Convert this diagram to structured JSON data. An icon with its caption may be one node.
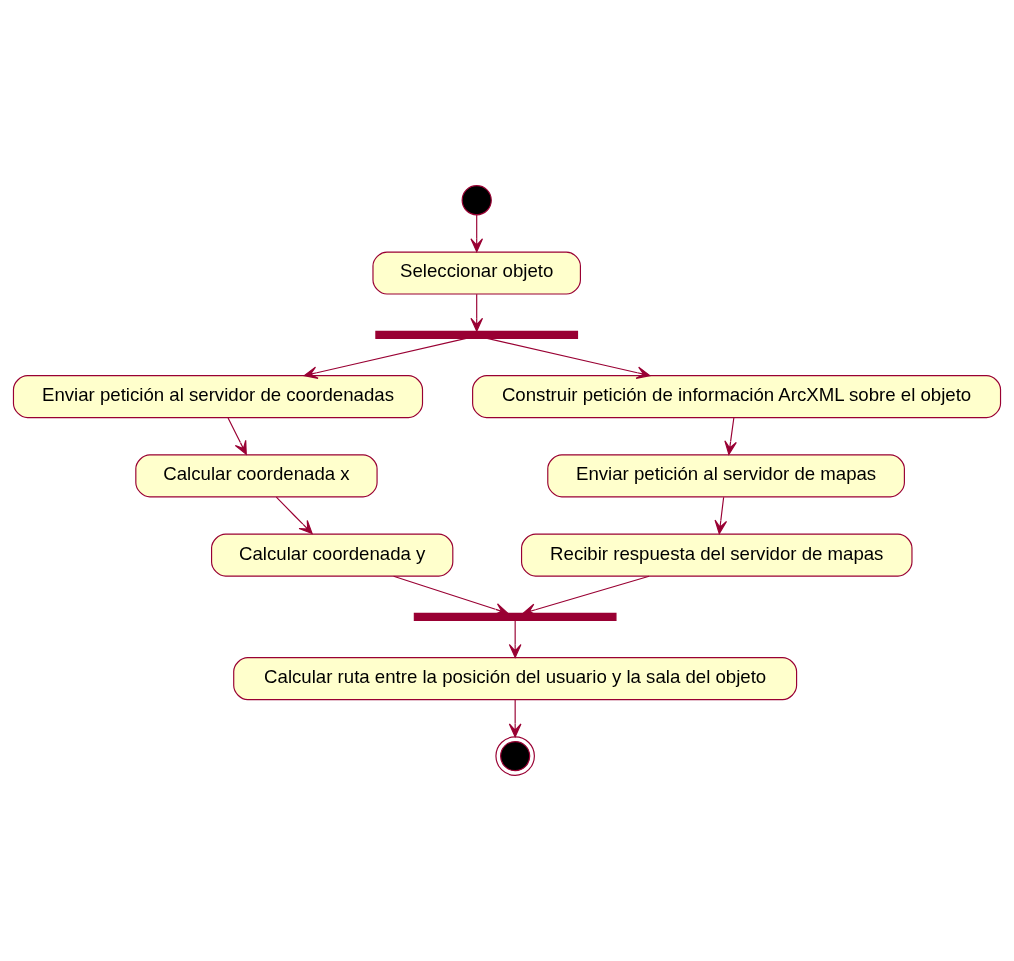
{
  "diagram": {
    "nodes": [
      {
        "text": [],
        "shape": "circle"
      },
      {
        "text": [
          "Seleccionar objeto"
        ]
      },
      {
        "text": [],
        "shape": "bar"
      },
      {
        "text": [
          "Enviar petición al servidor de coordenadas"
        ]
      },
      {
        "text": [
          "Construir petición de información ArcXML sobre el objeto"
        ]
      },
      {
        "text": [
          "Calcular coordenada x"
        ]
      },
      {
        "text": [
          "Enviar petición al servidor de mapas"
        ]
      },
      {
        "text": [
          "Calcular coordenada y"
        ]
      },
      {
        "text": [
          "Recibir respuesta del servidor de mapas"
        ]
      },
      {
        "text": [],
        "shape": "bar"
      },
      {
        "text": [
          "Calcular ruta entre la posición del usuario y la sala del objeto"
        ]
      },
      {
        "text": [],
        "shape": "circle"
      }
    ],
    "edges": [
      {
        "from": 0,
        "to": 1,
        "arrow": "to"
      },
      {
        "from": 1,
        "to": 2,
        "arrow": "to"
      },
      {
        "from": 2,
        "to": 3,
        "arrow": "to"
      },
      {
        "from": 2,
        "to": 4,
        "arrow": "to"
      },
      {
        "from": 3,
        "to": 5,
        "arrow": "to"
      },
      {
        "from": 5,
        "to": 7,
        "arrow": "to"
      },
      {
        "from": 4,
        "to": 6,
        "arrow": "to"
      },
      {
        "from": 6,
        "to": 8,
        "arrow": "to"
      },
      {
        "from": 7,
        "to": 9,
        "arrow": "to"
      },
      {
        "from": 8,
        "to": 9,
        "arrow": "to"
      },
      {
        "from": 9,
        "to": 10,
        "arrow": "to"
      },
      {
        "from": 10,
        "to": 11,
        "arrow": "to"
      }
    ]
  }
}
